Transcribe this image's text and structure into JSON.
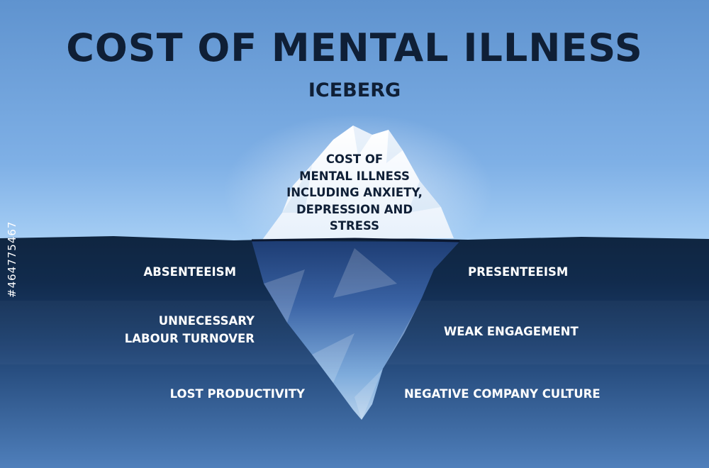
{
  "title": "COST OF MENTAL ILLNESS",
  "subtitle": "ICEBERG",
  "tip": {
    "lines": [
      "COST OF",
      "MENTAL ILLNESS",
      "INCLUDING ANXIETY,",
      "DEPRESSION AND",
      "STRESS"
    ]
  },
  "left_items": [
    {
      "lines": [
        "ABSENTEEISM"
      ]
    },
    {
      "lines": [
        "UNNECESSARY",
        "LABOUR TURNOVER"
      ]
    },
    {
      "lines": [
        "LOST PRODUCTIVITY"
      ]
    }
  ],
  "right_items": [
    {
      "lines": [
        "PRESENTEEISM"
      ]
    },
    {
      "lines": [
        "WEAK ENGAGEMENT"
      ]
    },
    {
      "lines": [
        "NEGATIVE COMPANY CULTURE"
      ]
    }
  ],
  "stock_id": "#464775467",
  "colors": {
    "title": "#0f1f36",
    "sky_top": "#5f93cf",
    "sky_bottom": "#a7cff5",
    "water_top": "#0f2540",
    "water_bottom": "#4f7fbb",
    "iceberg_tip": "#ffffff",
    "iceberg_underwater": "#3d67ab",
    "label_text": "#ffffff"
  }
}
